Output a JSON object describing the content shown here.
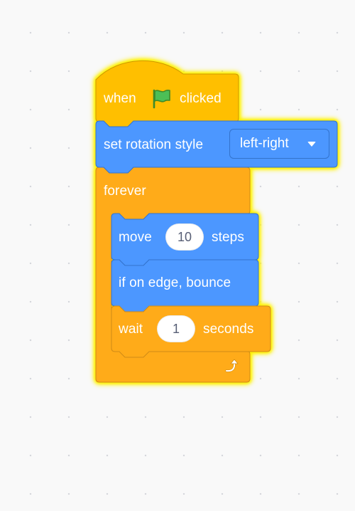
{
  "script": {
    "hat_block": {
      "when_label": "when",
      "flag_icon": "green-flag-icon",
      "clicked_label": "clicked"
    },
    "rotation_block": {
      "label": "set rotation style",
      "style_value": "left-right"
    },
    "forever_block": {
      "label": "forever",
      "loop_icon": "loop-arrow-icon"
    },
    "move_block": {
      "move_label": "move",
      "steps_value": "10",
      "steps_label": "steps"
    },
    "bounce_block": {
      "label": "if on edge, bounce"
    },
    "wait_block": {
      "wait_label": "wait",
      "seconds_value": "1",
      "seconds_label": "seconds"
    }
  },
  "colors": {
    "events": "#ffbf00",
    "motion": "#4c97ff",
    "control": "#ffab19",
    "highlight_glow": "#fff200"
  }
}
